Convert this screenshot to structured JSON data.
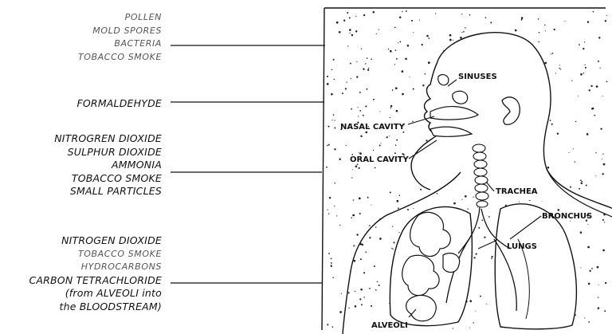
{
  "pollutant_groups": [
    {
      "id": "g1",
      "lines": [
        "POLLEN",
        "MOLD SPORES",
        "BACTERIA",
        "TOBACCO SMOKE"
      ]
    },
    {
      "id": "g2",
      "lines": [
        "FORMALDEHYDE"
      ]
    },
    {
      "id": "g3",
      "lines": [
        "NITROGREN DIOXIDE",
        "SULPHUR DIOXIDE",
        "AMMONIA",
        "TOBACCO SMOKE",
        "SMALL PARTICLES"
      ]
    },
    {
      "id": "g4",
      "lines": [
        "NITROGEN DIOXIDE",
        "TOBACCO SMOKE",
        "HYDROCARBONS",
        "CARBON TETRACHLORIDE",
        "(from ALVEOLI into",
        "the BLOODSTREAM)"
      ]
    }
  ],
  "organ_labels": {
    "sinuses": "SINUSES",
    "nasal_cavity": "NASAL CAVITY",
    "oral_cavity": "ORAL CAVITY",
    "trachea": "TRACHEA",
    "bronchus": "BRONCHUS",
    "lungs": "LUNGS",
    "alveoli": "ALVEOLI"
  }
}
